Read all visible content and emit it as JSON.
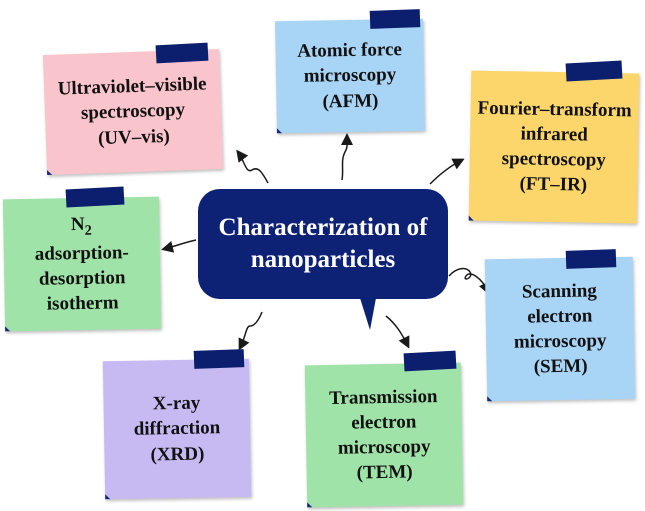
{
  "center": {
    "line1": "Characterization of",
    "line2": "nanoparticles"
  },
  "notes": {
    "uvvis": {
      "line1": "Ultraviolet–visible",
      "line2": "spectroscopy",
      "line3": "(UV–vis)",
      "color": "#f9c4cb"
    },
    "afm": {
      "line1": "Atomic force",
      "line2": "microscopy",
      "line3": "(AFM)",
      "color": "#a8d4f6"
    },
    "ftir": {
      "line1": "Fourier–transform",
      "line2": "infrared",
      "line3": "spectroscopy",
      "line4": "(FT–IR)",
      "color": "#fcd66b"
    },
    "n2": {
      "line1_main": "N",
      "line1_sub": "2",
      "line2": "adsorption-",
      "line3": "desorption",
      "line4": "isotherm",
      "color": "#9fe3a8"
    },
    "sem": {
      "line1": "Scanning",
      "line2": "electron",
      "line3": "microscopy",
      "line4": "(SEM)",
      "color": "#a8d4f6"
    },
    "tem": {
      "line1": "Transmission",
      "line2": "electron",
      "line3": "microscopy",
      "line4": "(TEM)",
      "color": "#9fe3a8"
    },
    "xrd": {
      "line1": "X-ray",
      "line2": "diffraction",
      "line3": "(XRD)",
      "color": "#c7b9f2"
    }
  },
  "colors": {
    "tape": "#0c1f6e",
    "bubble": "#0d2275",
    "arrow": "#1a1a1a"
  }
}
